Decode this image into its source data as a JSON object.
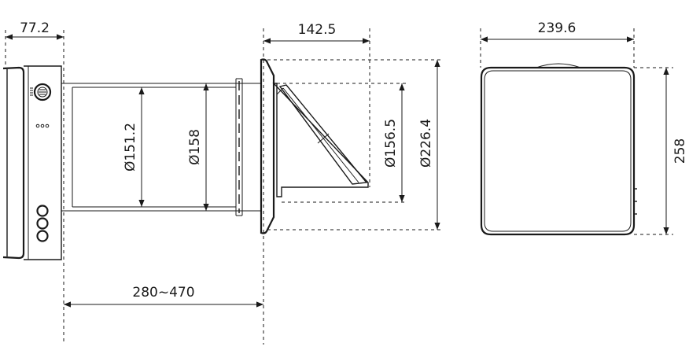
{
  "dimensions": {
    "panel_depth": "77.2",
    "hood_depth": "142.5",
    "cover_width": "239.6",
    "cover_height": "258",
    "inner_duct_diameter": "Ø151.2",
    "outer_duct_diameter": "Ø158",
    "hood_inner_diameter": "Ø156.5",
    "hood_outer_diameter": "Ø226.4",
    "wall_thickness_range": "280~470"
  },
  "colors": {
    "line": "#1a1a1a",
    "background": "#ffffff"
  },
  "icons": [
    "speaker-grille-icon",
    "indicator-dots-icon",
    "control-button-icon"
  ]
}
